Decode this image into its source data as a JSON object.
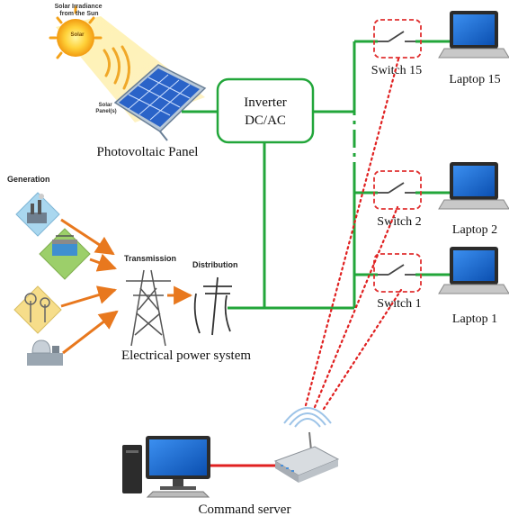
{
  "solar": {
    "irradiance_label_line1": "Solar Irradiance",
    "irradiance_label_line2": "from the Sun",
    "sun_label": "Solar",
    "panel_label_line1": "Solar",
    "panel_label_line2": "Panel(s)",
    "caption": "Photovoltaic Panel"
  },
  "inverter": {
    "line1": "Inverter",
    "line2": "DC/AC"
  },
  "power_system": {
    "generation": "Generation",
    "transmission": "Transmission",
    "distribution": "Distribution",
    "caption": "Electrical power system"
  },
  "switches": [
    {
      "label": "Switch 15"
    },
    {
      "label": "Switch 2"
    },
    {
      "label": "Switch 1"
    }
  ],
  "laptops": [
    {
      "label": "Laptop 15"
    },
    {
      "label": "Laptop 2"
    },
    {
      "label": "Laptop 1"
    }
  ],
  "server": {
    "caption": "Command server"
  },
  "colors": {
    "power_line": "#22a63a",
    "control_link": "#e02020",
    "switch_box": "#e03030",
    "panel_blue": "#2a63c8",
    "screen_blue": "#1f6fd0"
  }
}
